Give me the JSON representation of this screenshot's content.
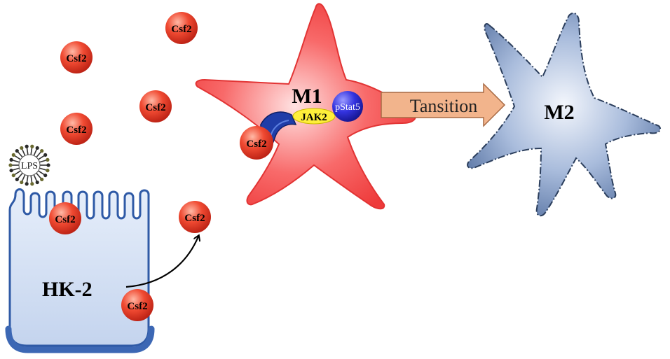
{
  "labels": {
    "csf2": "Csf2",
    "lps": "LPS",
    "cell_hk2": "HK-2",
    "cell_m1": "M1",
    "cell_m2": "M2",
    "jak2": "JAK2",
    "pstat5": "pStat5",
    "transition": "Tansition"
  },
  "colors": {
    "csf2_fill": "#e8432a",
    "m1_fill": "#f25050",
    "m2_fill": "#7f9ac4",
    "hk2_fill": "#c7d6ee",
    "hk2_edge": "#3c67b4",
    "arrow_fill": "#f2b48c",
    "jak2_fill": "#ffef3a",
    "pstat5_fill": "#3a3ae0",
    "receptor_fill": "#1f3da8"
  }
}
